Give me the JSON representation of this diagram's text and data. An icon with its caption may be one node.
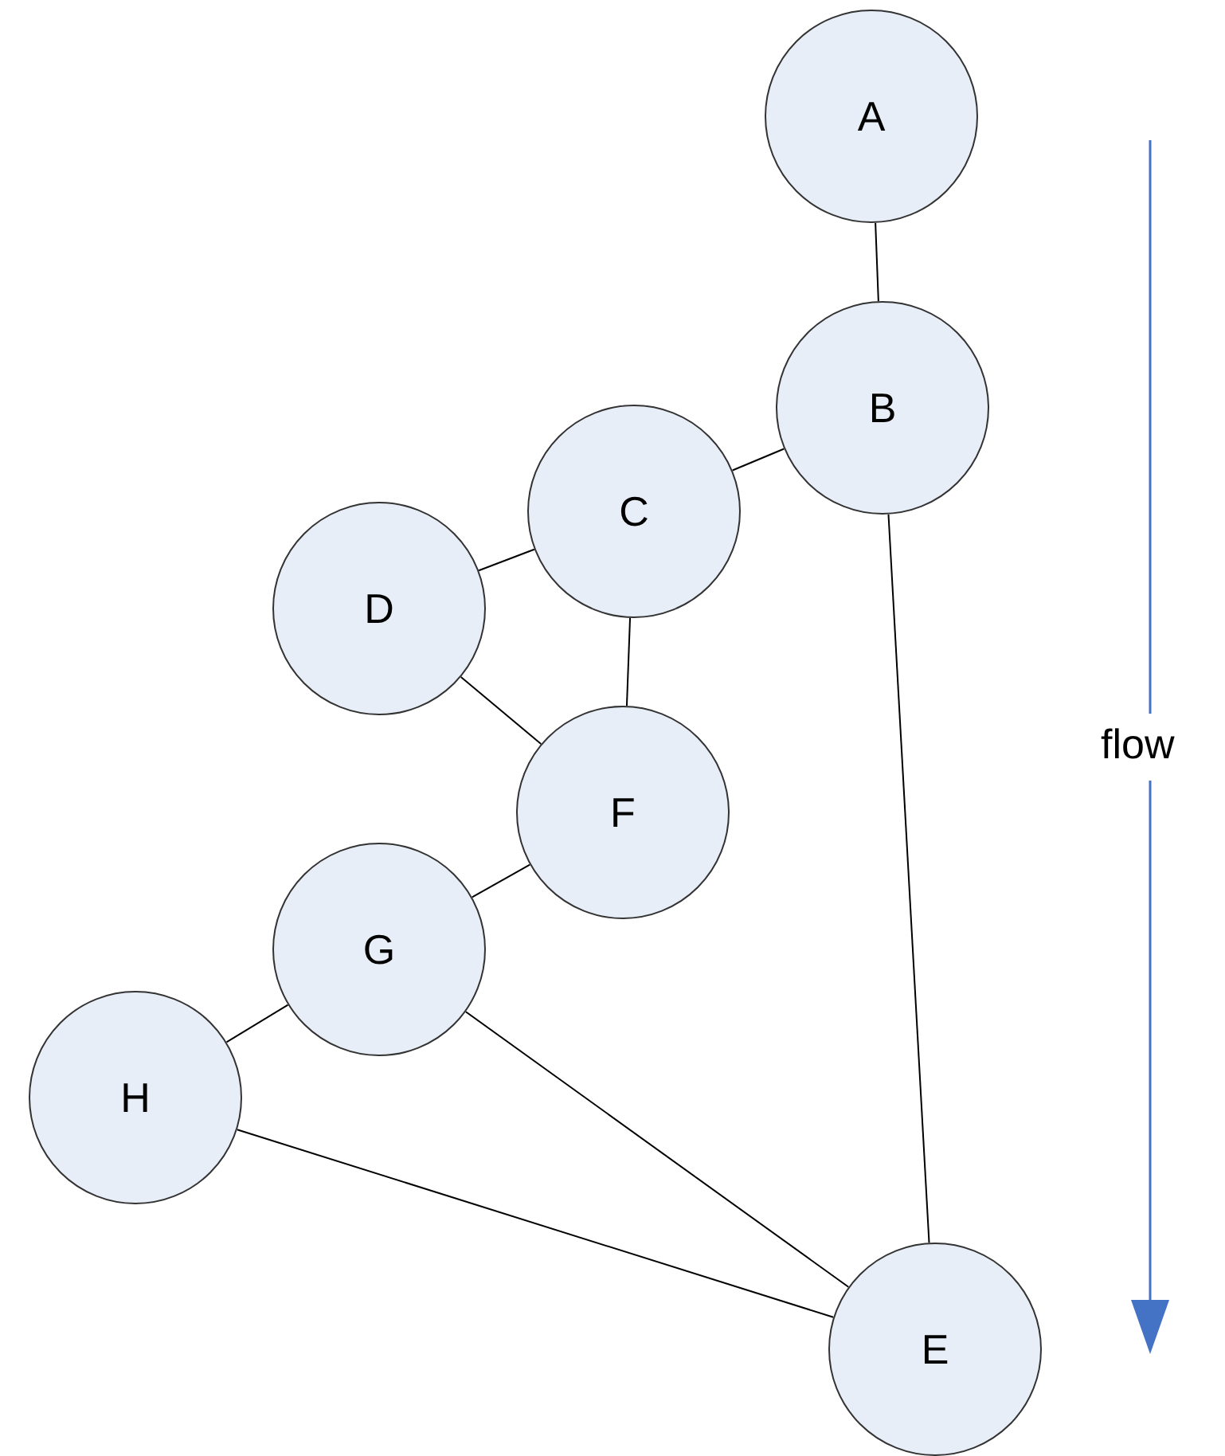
{
  "diagram": {
    "nodes": [
      {
        "text": [
          "A"
        ]
      },
      {
        "text": [
          "B"
        ]
      },
      {
        "text": [
          "C"
        ]
      },
      {
        "text": [
          "D"
        ]
      },
      {
        "text": [
          "F"
        ]
      },
      {
        "text": [
          "G"
        ]
      },
      {
        "text": [
          "H"
        ]
      },
      {
        "text": [
          "E"
        ]
      }
    ],
    "edges": [
      {
        "from": 0,
        "to": 1,
        "arrow": "none"
      },
      {
        "from": 1,
        "to": 2,
        "arrow": "none"
      },
      {
        "from": 2,
        "to": 3,
        "arrow": "none"
      },
      {
        "from": 2,
        "to": 4,
        "arrow": "none"
      },
      {
        "from": 3,
        "to": 4,
        "arrow": "none"
      },
      {
        "from": 4,
        "to": 5,
        "arrow": "none"
      },
      {
        "from": 5,
        "to": 6,
        "arrow": "none"
      },
      {
        "from": 5,
        "to": 7,
        "arrow": "none"
      },
      {
        "from": 6,
        "to": 7,
        "arrow": "none"
      },
      {
        "from": 1,
        "to": 7,
        "arrow": "none"
      }
    ],
    "labels": [
      "flow"
    ]
  }
}
